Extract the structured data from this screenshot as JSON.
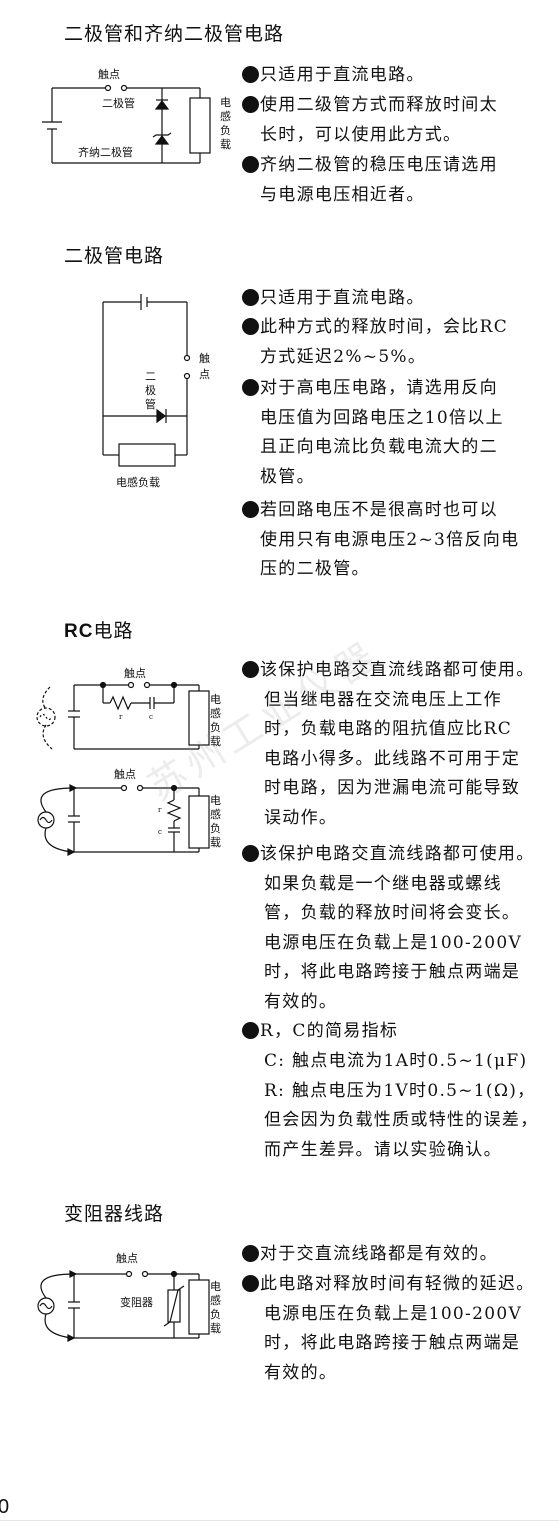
{
  "sections": {
    "s1": {
      "title": "二极管和齐纳二极管电路",
      "labels": {
        "contact": "触点",
        "diode": "二极管",
        "zener": "齐纳二极管",
        "load": [
          "电",
          "感",
          "负",
          "载"
        ]
      },
      "bullets": [
        [
          "只适用于直流电路。"
        ],
        [
          "使用二级管方式而释放时间太",
          "长时，可以使用此方式。"
        ],
        [
          "齐纳二极管的稳压电压请选用",
          "与电源电压相近者。"
        ]
      ]
    },
    "s2": {
      "title": "二极管电路",
      "labels": {
        "contact": [
          "触",
          "点"
        ],
        "diode": [
          "二",
          "极",
          "管"
        ],
        "load": "电感负载"
      },
      "bullets": [
        [
          "只适用于直流电路。"
        ],
        [
          "此种方式的释放时间，会比RC",
          "方式延迟2%~5%。"
        ],
        [
          "对于高电压电路，请选用反向",
          "电压值为回路电压之10倍以上",
          "且正向电流比负载电流大的二",
          "极管。"
        ],
        [
          "若回路电压不是很高时也可以",
          "使用只有电源电压2~3倍反向电",
          "压的二极管。"
        ]
      ]
    },
    "s3": {
      "title_latin": "RC",
      "title_rest": "电路",
      "labels": {
        "contact": "触点",
        "r": "r",
        "c": "c",
        "load": [
          "电",
          "感",
          "负",
          "载"
        ]
      },
      "bullets": [
        [
          "该保护电路交直流线路都可使用。",
          "但当继电器在交流电压上工作",
          "时，负载电路的阻抗值应比RC",
          "电路小得多。此线路不可用于定",
          "时电路，因为泄漏电流可能导致",
          "误动作。"
        ],
        [
          "该保护电路交直流线路都可使用。",
          "如果负载是一个继电器或螺线",
          "管，负载的释放时间将会变长。",
          "电源电压在负载上是100-200V",
          "时，将此电路跨接于触点两端是",
          "有效的。"
        ],
        [
          "R，C的简易指标"
        ]
      ],
      "spec_lines": [
        "C: 触点电流为1A时0.5~1(μF)",
        "R: 触点电压为1V时0.5~1(Ω)，",
        "但会因为负载性质或特性的误差，",
        "而产生差异。请以实验确认。"
      ]
    },
    "s4": {
      "title": "变阻器线路",
      "labels": {
        "contact": "触点",
        "varistor": "变阻器",
        "load": [
          "电",
          "感",
          "负",
          "载"
        ]
      },
      "bullets": [
        [
          "对于交直流线路都是有效的。"
        ],
        [
          "此电路对释放时间有轻微的延迟。",
          "电源电压在负载上是100-200V",
          "时，将此电路跨接于触点两端是",
          "有效的。"
        ]
      ]
    }
  },
  "watermark": "苏州工业仪器",
  "page_number": "0"
}
